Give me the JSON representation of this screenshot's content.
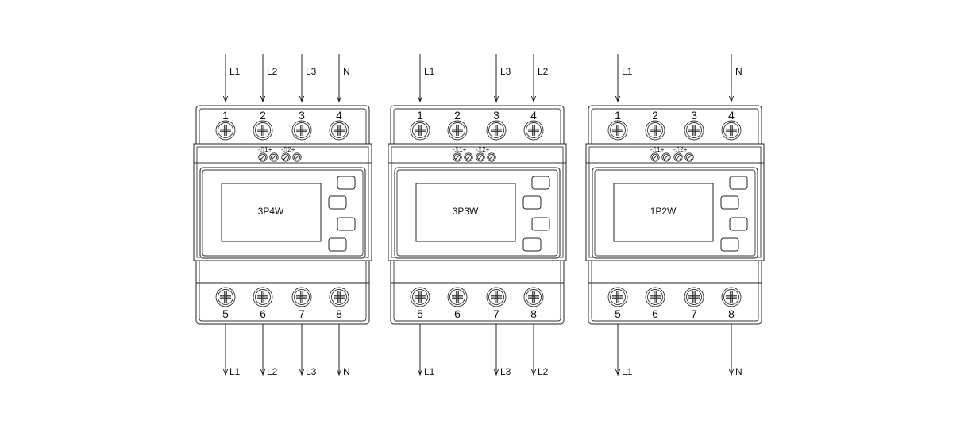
{
  "meters": [
    {
      "mode": "3P4W",
      "terminals_top": [
        "1",
        "2",
        "3",
        "4"
      ],
      "terminals_bottom": [
        "5",
        "6",
        "7",
        "8"
      ],
      "pulse": [
        "-⎍1+",
        "-⎍2+"
      ],
      "top_wires": [
        {
          "terminal": 0,
          "label": "L1"
        },
        {
          "terminal": 1,
          "label": "L2"
        },
        {
          "terminal": 2,
          "label": "L3"
        },
        {
          "terminal": 3,
          "label": "N"
        }
      ],
      "bottom_wires": [
        {
          "terminal": 0,
          "label": "L1"
        },
        {
          "terminal": 1,
          "label": "L2"
        },
        {
          "terminal": 2,
          "label": "L3"
        },
        {
          "terminal": 3,
          "label": "N"
        }
      ]
    },
    {
      "mode": "3P3W",
      "terminals_top": [
        "1",
        "2",
        "3",
        "4"
      ],
      "terminals_bottom": [
        "5",
        "6",
        "7",
        "8"
      ],
      "pulse": [
        "-⎍1+",
        "-⎍2+"
      ],
      "top_wires": [
        {
          "terminal": 0,
          "label": "L1"
        },
        {
          "terminal": 2,
          "label": "L3"
        },
        {
          "terminal": 3,
          "label": "L2"
        }
      ],
      "bottom_wires": [
        {
          "terminal": 0,
          "label": "L1"
        },
        {
          "terminal": 2,
          "label": "L3"
        },
        {
          "terminal": 3,
          "label": "L2"
        }
      ]
    },
    {
      "mode": "1P2W",
      "terminals_top": [
        "1",
        "2",
        "3",
        "4"
      ],
      "terminals_bottom": [
        "5",
        "6",
        "7",
        "8"
      ],
      "pulse": [
        "-⎍1+",
        "-⎍2+"
      ],
      "top_wires": [
        {
          "terminal": 0,
          "label": "L1"
        },
        {
          "terminal": 3,
          "label": "N"
        }
      ],
      "bottom_wires": [
        {
          "terminal": 0,
          "label": "L1"
        },
        {
          "terminal": 3,
          "label": "N"
        }
      ]
    }
  ]
}
